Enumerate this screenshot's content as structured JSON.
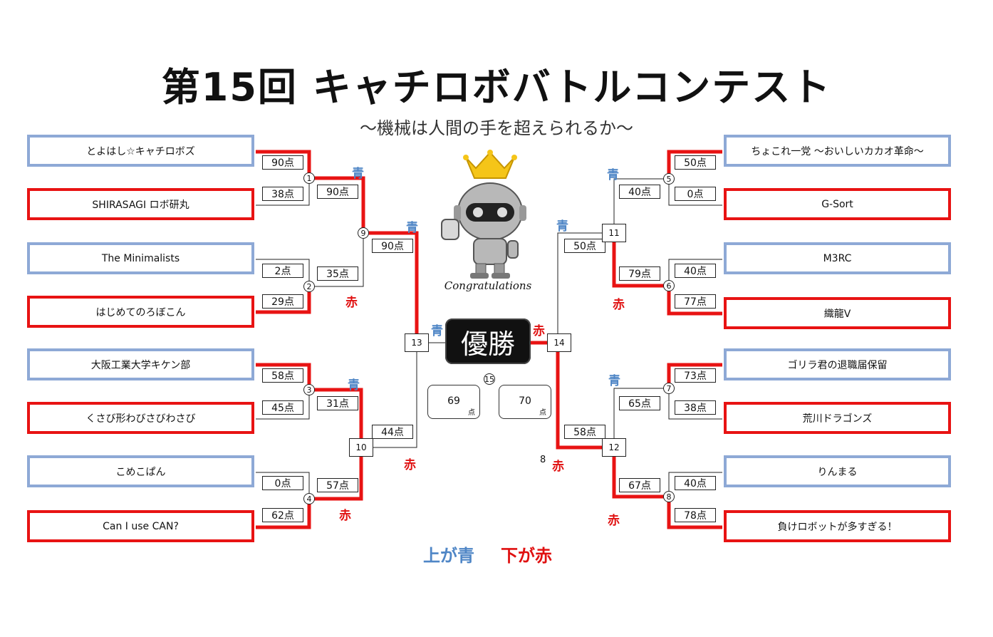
{
  "title": "第15回 キャチロボバトルコンテスト",
  "subtitle": "〜機械は人間の手を超えられるか〜",
  "champion_label": "優勝",
  "congrats_text": "Congratulations",
  "legend": {
    "blue": "上が青",
    "red": "下が赤"
  },
  "side_labels": {
    "blue": "青",
    "red": "赤"
  },
  "teams": [
    "とよはし☆キャチロボズ",
    "SHIRASAGI ロボ研丸",
    "The Minimalists",
    "はじめてのろぼこん",
    "大阪工業大学キケン部",
    "くさび形わびさびわさび",
    "こめこぱん",
    "Can I use CAN?",
    "ちょこれ一党 〜おいしいカカオ革命〜",
    "G-Sort",
    "M3RC",
    "織龍V",
    "ゴリラ君の退職届保留",
    "荒川ドラゴンズ",
    "りんまる",
    "負けロボットが多すぎる！"
  ],
  "scores": [
    "90点",
    "38点",
    "2点",
    "29点",
    "58点",
    "45点",
    "0点",
    "62点",
    "50点",
    "0点",
    "40点",
    "77点",
    "73点",
    "38点",
    "40点",
    "78点",
    "90点",
    "35点",
    "31点",
    "57点",
    "40点",
    "79点",
    "65点",
    "67点",
    "90点",
    "44点",
    "50点",
    "58点"
  ],
  "match_numbers": [
    "1",
    "2",
    "3",
    "4",
    "5",
    "6",
    "7",
    "8",
    "9",
    "10",
    "11",
    "12",
    "13",
    "14",
    "15"
  ],
  "final": {
    "blue_score": "69",
    "red_score": "70",
    "unit": "点",
    "extra": "8"
  },
  "colors": {
    "blue": "#8ea9d6",
    "red": "#e81313"
  },
  "icons": {
    "mascot": "robot-king-icon"
  }
}
